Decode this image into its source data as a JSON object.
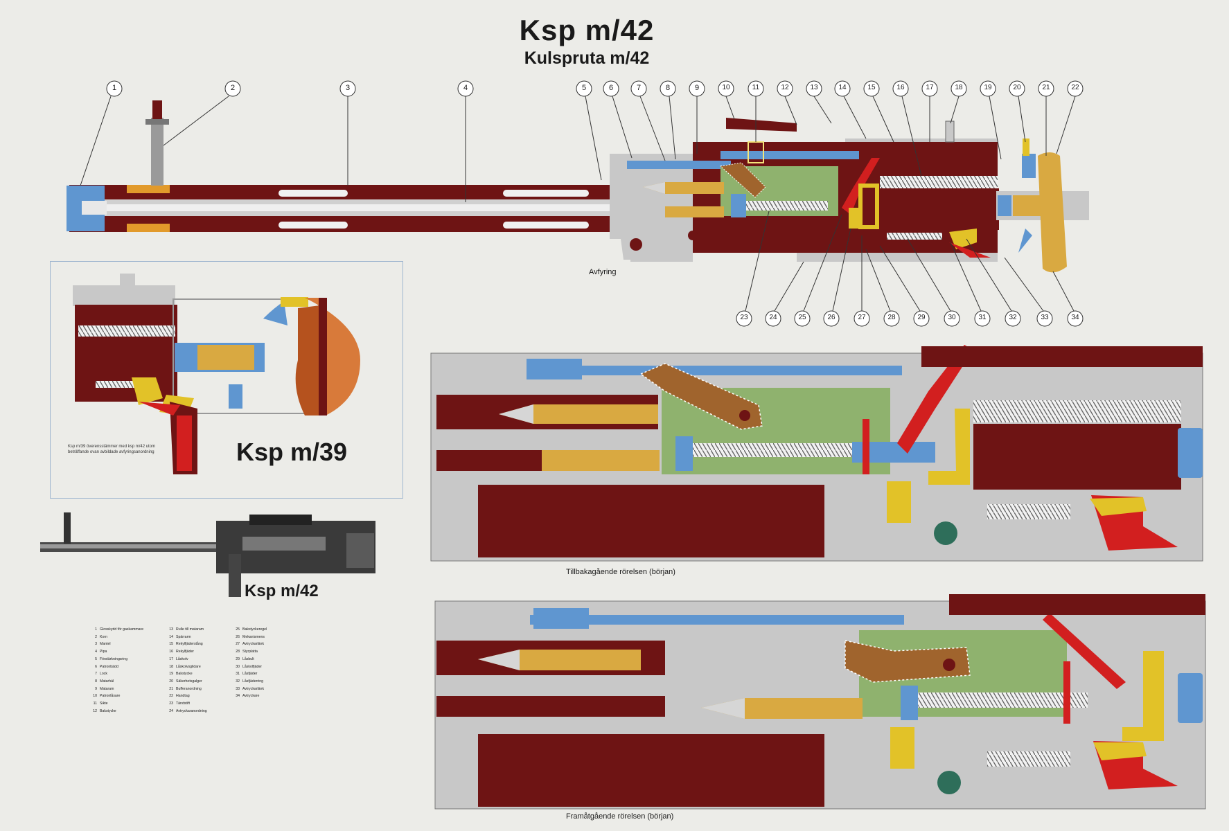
{
  "title": "Ksp m/42",
  "subtitle": "Kulspruta m/42",
  "captions": {
    "main": "Avfyring",
    "rearward": "Tillbakagående rörelsen (början)",
    "forward": "Framåtgående rörelsen (början)"
  },
  "inset": {
    "note": "Ksp m/39 överensstämmer med ksp m/42 utom beträffande ovan avbildade avfyringsanordning",
    "title": "Ksp m/39"
  },
  "photo_title": "Ksp m/42",
  "callouts_top": [
    "1",
    "2",
    "3",
    "4",
    "5",
    "6",
    "7",
    "8",
    "9",
    "10",
    "11",
    "12",
    "13",
    "14",
    "15",
    "16",
    "17",
    "18",
    "19",
    "20",
    "21",
    "22"
  ],
  "callouts_bottom": [
    "23",
    "24",
    "25",
    "26",
    "27",
    "28",
    "29",
    "30",
    "31",
    "32",
    "33",
    "34"
  ],
  "legend": [
    {
      "n": "1",
      "label": "Glosskydd för gaskammare"
    },
    {
      "n": "2",
      "label": "Korn"
    },
    {
      "n": "3",
      "label": "Mantel"
    },
    {
      "n": "4",
      "label": "Pipa"
    },
    {
      "n": "5",
      "label": "Förstärkningsring"
    },
    {
      "n": "6",
      "label": "Patronbädd"
    },
    {
      "n": "7",
      "label": "Lock"
    },
    {
      "n": "8",
      "label": "Matarhäl"
    },
    {
      "n": "9",
      "label": "Mataram"
    },
    {
      "n": "10",
      "label": "Patronlåsare"
    },
    {
      "n": "11",
      "label": "Sikte"
    },
    {
      "n": "12",
      "label": "Bakstycke"
    },
    {
      "n": "13",
      "label": "Rulle till mataram"
    },
    {
      "n": "14",
      "label": "Spärrarm"
    },
    {
      "n": "15",
      "label": "Rekylfjäderstång"
    },
    {
      "n": "16",
      "label": "Rekylfjäder"
    },
    {
      "n": "17",
      "label": "Låskolv"
    },
    {
      "n": "18",
      "label": "Låskolvsglidare"
    },
    {
      "n": "19",
      "label": "Bakstycke"
    },
    {
      "n": "20",
      "label": "Säkerhetsgalger"
    },
    {
      "n": "21",
      "label": "Bufferanordning"
    },
    {
      "n": "22",
      "label": "Handtag"
    },
    {
      "n": "23",
      "label": "Tändstift"
    },
    {
      "n": "24",
      "label": "Avtryckaranordning"
    },
    {
      "n": "25",
      "label": "Bakstyckeregel"
    },
    {
      "n": "26",
      "label": "Mekanismens"
    },
    {
      "n": "27",
      "label": "Avtryckarlänk"
    },
    {
      "n": "28",
      "label": "Styrplatta"
    },
    {
      "n": "29",
      "label": "Låsbult"
    },
    {
      "n": "30",
      "label": "Låskolfjäder"
    },
    {
      "n": "31",
      "label": "Låsfjäder"
    },
    {
      "n": "32",
      "label": "Låsfjäderring"
    },
    {
      "n": "33",
      "label": "Avtryckarlänk"
    },
    {
      "n": "34",
      "label": "Avtryckare"
    }
  ],
  "colors": {
    "background": "#ecece8",
    "receiver_red": "#6e1414",
    "steel_grey": "#c8c8c8",
    "bolt_green": "#8fb26e",
    "part_blue": "#5f96d0",
    "brass": "#d9a941",
    "yellow": "#e2c228",
    "part_red": "#d21f1f",
    "wood": "#c8642a"
  }
}
